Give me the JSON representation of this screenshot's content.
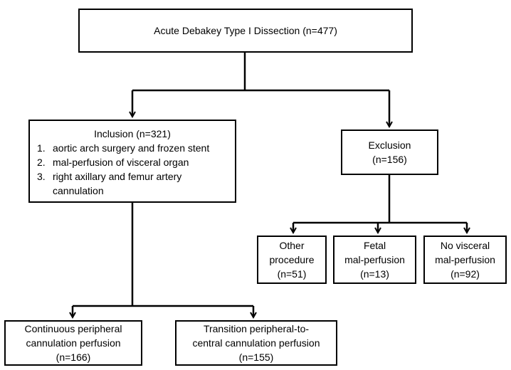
{
  "top": {
    "text": "Acute Debakey Type I Dissection (n=477)"
  },
  "inclusion": {
    "title": "Inclusion (n=321)",
    "items": [
      {
        "num": "1.",
        "text": "aortic arch surgery and frozen stent"
      },
      {
        "num": "2.",
        "text": "mal-perfusion of visceral organ"
      },
      {
        "num": "3.",
        "text": "right axillary and femur artery cannulation"
      }
    ]
  },
  "exclusion": {
    "line1": "Exclusion",
    "line2": "(n=156)"
  },
  "other_procedure": {
    "line1": "Other",
    "line2": "procedure",
    "line3": "(n=51)"
  },
  "fetal": {
    "line1": "Fetal",
    "line2": "mal-perfusion",
    "line3": "(n=13)"
  },
  "no_visceral": {
    "line1": "No visceral",
    "line2": "mal-perfusion",
    "line3": "(n=92)"
  },
  "continuous": {
    "line1": "Continuous peripheral",
    "line2": "cannulation perfusion",
    "line3": "(n=166)"
  },
  "transition": {
    "line1": "Transition peripheral-to-",
    "line2": "central cannulation perfusion",
    "line3": "(n=155)"
  }
}
